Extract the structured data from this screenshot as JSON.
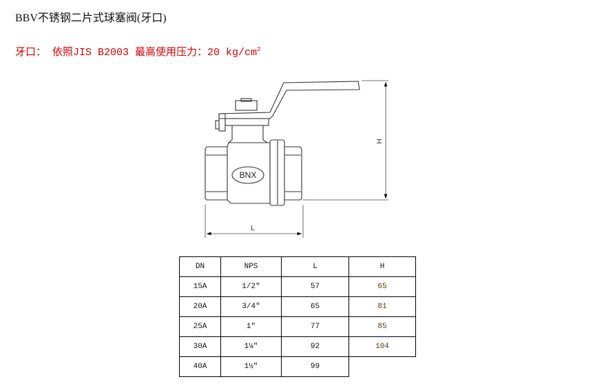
{
  "title": "BBV不锈钢二片式球塞阀(牙口)",
  "spec": {
    "text": "牙口：  依照JIS B2003 最高使用压力：20 kg/cm",
    "superscript": "2"
  },
  "drawing": {
    "logo": "BNX",
    "dim_length_label": "L",
    "dim_height_label": "H"
  },
  "table": {
    "headers": [
      "DN",
      "NPS",
      "L",
      "H"
    ],
    "rows": [
      [
        "15A",
        "1/2\"",
        "57",
        "65"
      ],
      [
        "20A",
        "3/4\"",
        "65",
        "81"
      ],
      [
        "25A",
        "1\"",
        "77",
        "85"
      ],
      [
        "30A",
        "1¼\"",
        "92",
        "104"
      ],
      [
        "40A",
        "1½\"",
        "99",
        ""
      ]
    ]
  }
}
